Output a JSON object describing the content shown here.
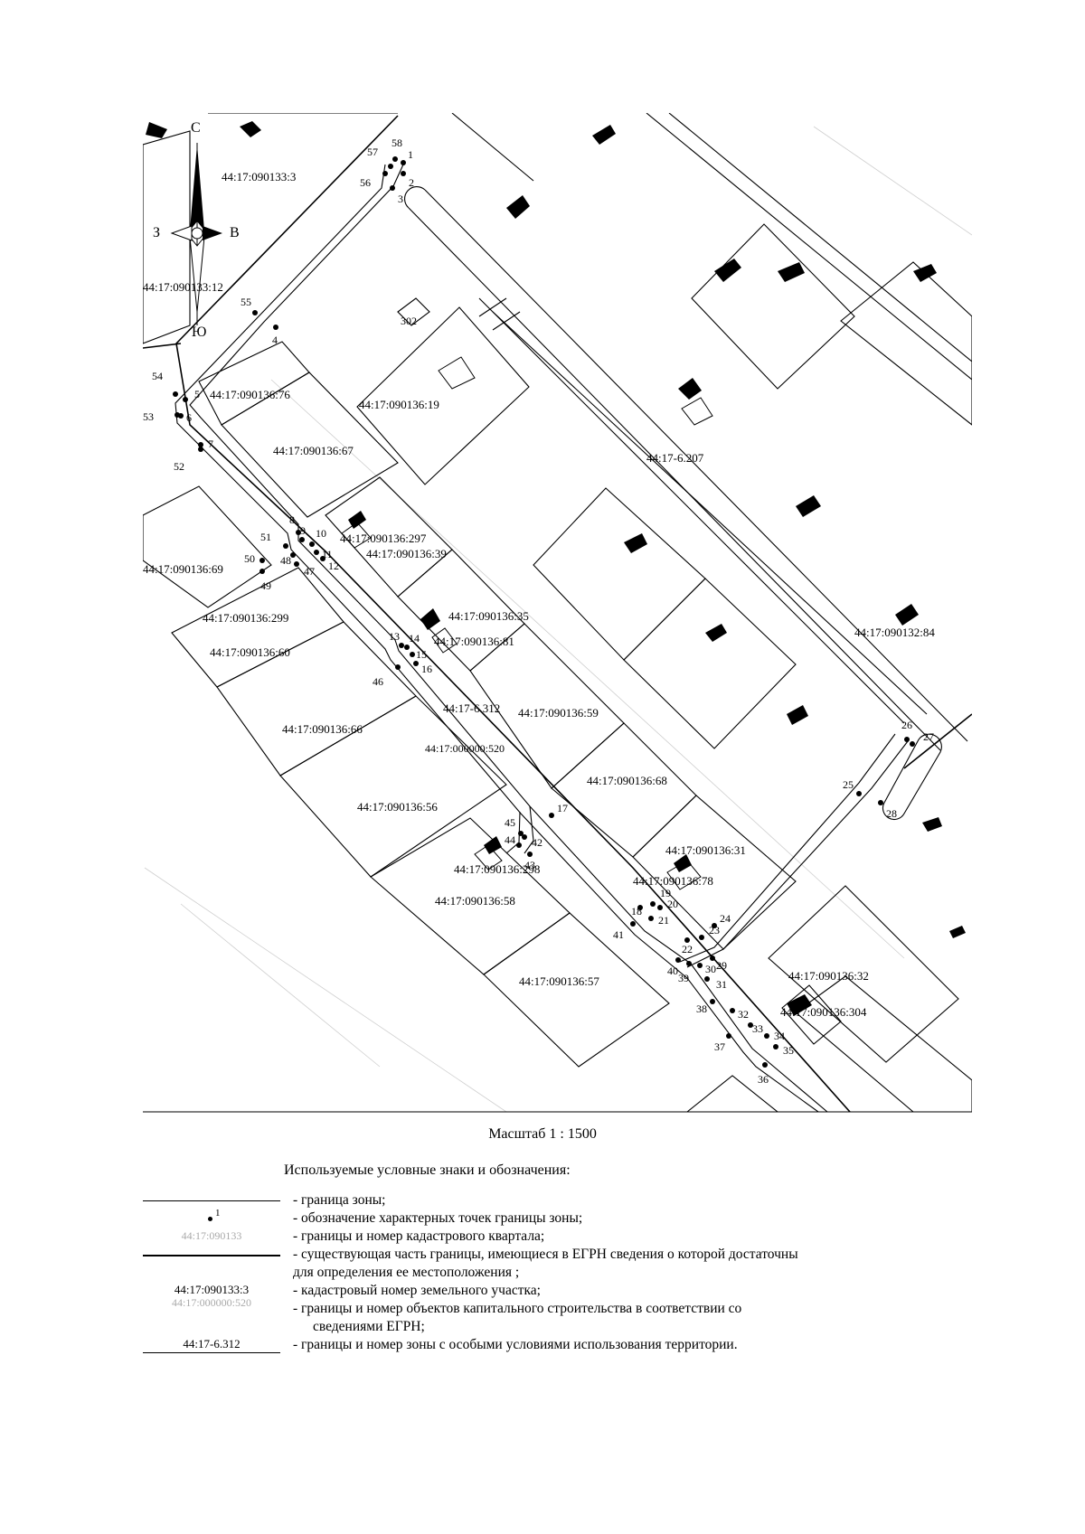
{
  "compass": {
    "north": "С",
    "south": "Ю",
    "west": "З",
    "east": "В"
  },
  "quarters": [
    "44:17:090133:3"
  ],
  "plots": [
    {
      "label": "44:17:090136:76"
    },
    {
      "label": "44:17:090136:67"
    },
    {
      "label": "44:17:090136:19"
    },
    {
      "label": "44:17:090136:69"
    },
    {
      "label": "44:17:090136:297"
    },
    {
      "label": "44:17:090136:39"
    },
    {
      "label": "44:17:090136:299"
    },
    {
      "label": "44:17:090136:35"
    },
    {
      "label": "44:17:090136:81"
    },
    {
      "label": "44:17:090136:60"
    },
    {
      "label": "44:17:090136:66"
    },
    {
      "label": "44:17:090136:59"
    },
    {
      "label": "44:17:090136:56"
    },
    {
      "label": "44:17:090136:68"
    },
    {
      "label": "44:17:090136:31"
    },
    {
      "label": "44:17:090136:298"
    },
    {
      "label": "44:17:090136:78"
    },
    {
      "label": "44:17:090136:58"
    },
    {
      "label": "44:17:090136:57"
    },
    {
      "label": "44:17:090136:32"
    },
    {
      "label": "44:17:090136:304"
    },
    {
      "label": "44:17:090132:84"
    },
    {
      "label": "44:17:090133:12"
    }
  ],
  "zones": [
    "44:17-6.207",
    "44:17-6.312"
  ],
  "buildings": [
    "302",
    "44:17:000000:520"
  ],
  "points": [
    {
      "n": "1"
    },
    {
      "n": "2"
    },
    {
      "n": "3"
    },
    {
      "n": "4"
    },
    {
      "n": "5"
    },
    {
      "n": "6"
    },
    {
      "n": "7"
    },
    {
      "n": "8"
    },
    {
      "n": "9"
    },
    {
      "n": "10"
    },
    {
      "n": "11"
    },
    {
      "n": "12"
    },
    {
      "n": "13"
    },
    {
      "n": "14"
    },
    {
      "n": "15"
    },
    {
      "n": "16"
    },
    {
      "n": "17"
    },
    {
      "n": "18"
    },
    {
      "n": "19"
    },
    {
      "n": "20"
    },
    {
      "n": "21"
    },
    {
      "n": "22"
    },
    {
      "n": "23"
    },
    {
      "n": "24"
    },
    {
      "n": "25"
    },
    {
      "n": "26"
    },
    {
      "n": "27"
    },
    {
      "n": "28"
    },
    {
      "n": "29"
    },
    {
      "n": "30"
    },
    {
      "n": "31"
    },
    {
      "n": "32"
    },
    {
      "n": "33"
    },
    {
      "n": "34"
    },
    {
      "n": "35"
    },
    {
      "n": "36"
    },
    {
      "n": "37"
    },
    {
      "n": "38"
    },
    {
      "n": "39"
    },
    {
      "n": "40"
    },
    {
      "n": "41"
    },
    {
      "n": "42"
    },
    {
      "n": "43"
    },
    {
      "n": "44"
    },
    {
      "n": "45"
    },
    {
      "n": "46"
    },
    {
      "n": "47"
    },
    {
      "n": "48"
    },
    {
      "n": "49"
    },
    {
      "n": "50"
    },
    {
      "n": "51"
    },
    {
      "n": "52"
    },
    {
      "n": "53"
    },
    {
      "n": "54"
    },
    {
      "n": "55"
    },
    {
      "n": "56"
    },
    {
      "n": "57"
    },
    {
      "n": "58"
    }
  ],
  "scale_text": "Масштаб 1 : 1500",
  "legend": {
    "title": "Используемые условные знаки и обозначения:",
    "rows": [
      {
        "desc": "- граница зоны;"
      },
      {
        "symbol": "1",
        "desc": "- обозначение характерных точек границы зоны;"
      },
      {
        "symbol": "44:17:090133",
        "desc": "- границы и номер кадастрового квартала;"
      },
      {
        "desc": "- существующая часть границы, имеющиеся в ЕГРН сведения о которой достаточны",
        "desc2": "для определения ее местоположения ;"
      },
      {
        "symbol": "44:17:090133:3",
        "desc": "- кадастровый номер земельного участка;"
      },
      {
        "symbol": "44:17:000000:520",
        "desc": "- границы и номер объектов капитального строительства в соответствии со",
        "desc2": "сведениями ЕГРН;"
      },
      {
        "symbol": "44:17-6.312",
        "desc": "- границы и номер зоны с особыми условиями использования территории."
      }
    ]
  }
}
